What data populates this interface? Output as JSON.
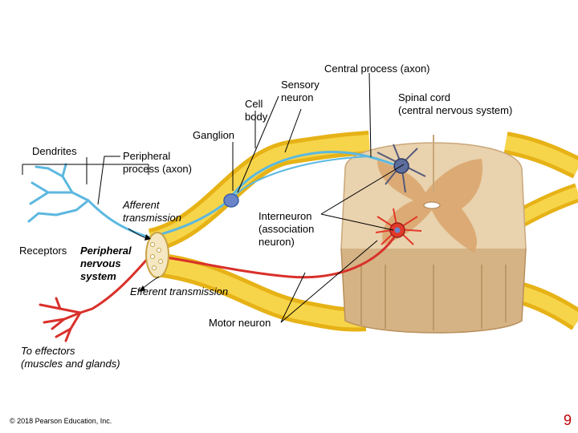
{
  "labels": {
    "central_process": "Central process (axon)",
    "sensory_neuron": "Sensory\nneuron",
    "cell_body": "Cell\nbody",
    "spinal_cord": "Spinal cord\n(central nervous system)",
    "ganglion": "Ganglion",
    "dendrites": "Dendrites",
    "peripheral_process": "Peripheral\nprocess (axon)",
    "afferent": "Afferent\ntransmission",
    "interneuron": "Interneuron\n(association\nneuron)",
    "receptors": "Receptors",
    "pns": "Peripheral\nnervous\nsystem",
    "efferent": "Efferent transmission",
    "motor_neuron": "Motor neuron",
    "effectors": "To effectors\n(muscles and glands)"
  },
  "footer": {
    "copyright": "© 2018 Pearson Education, Inc.",
    "page_number": "9"
  },
  "colors": {
    "nerve_yellow": "#f2c21a",
    "sensory_blue": "#5cb8e0",
    "motor_red": "#d9302a",
    "cord_tan": "#e9d2ae",
    "gray_matter": "#d9a56b"
  }
}
